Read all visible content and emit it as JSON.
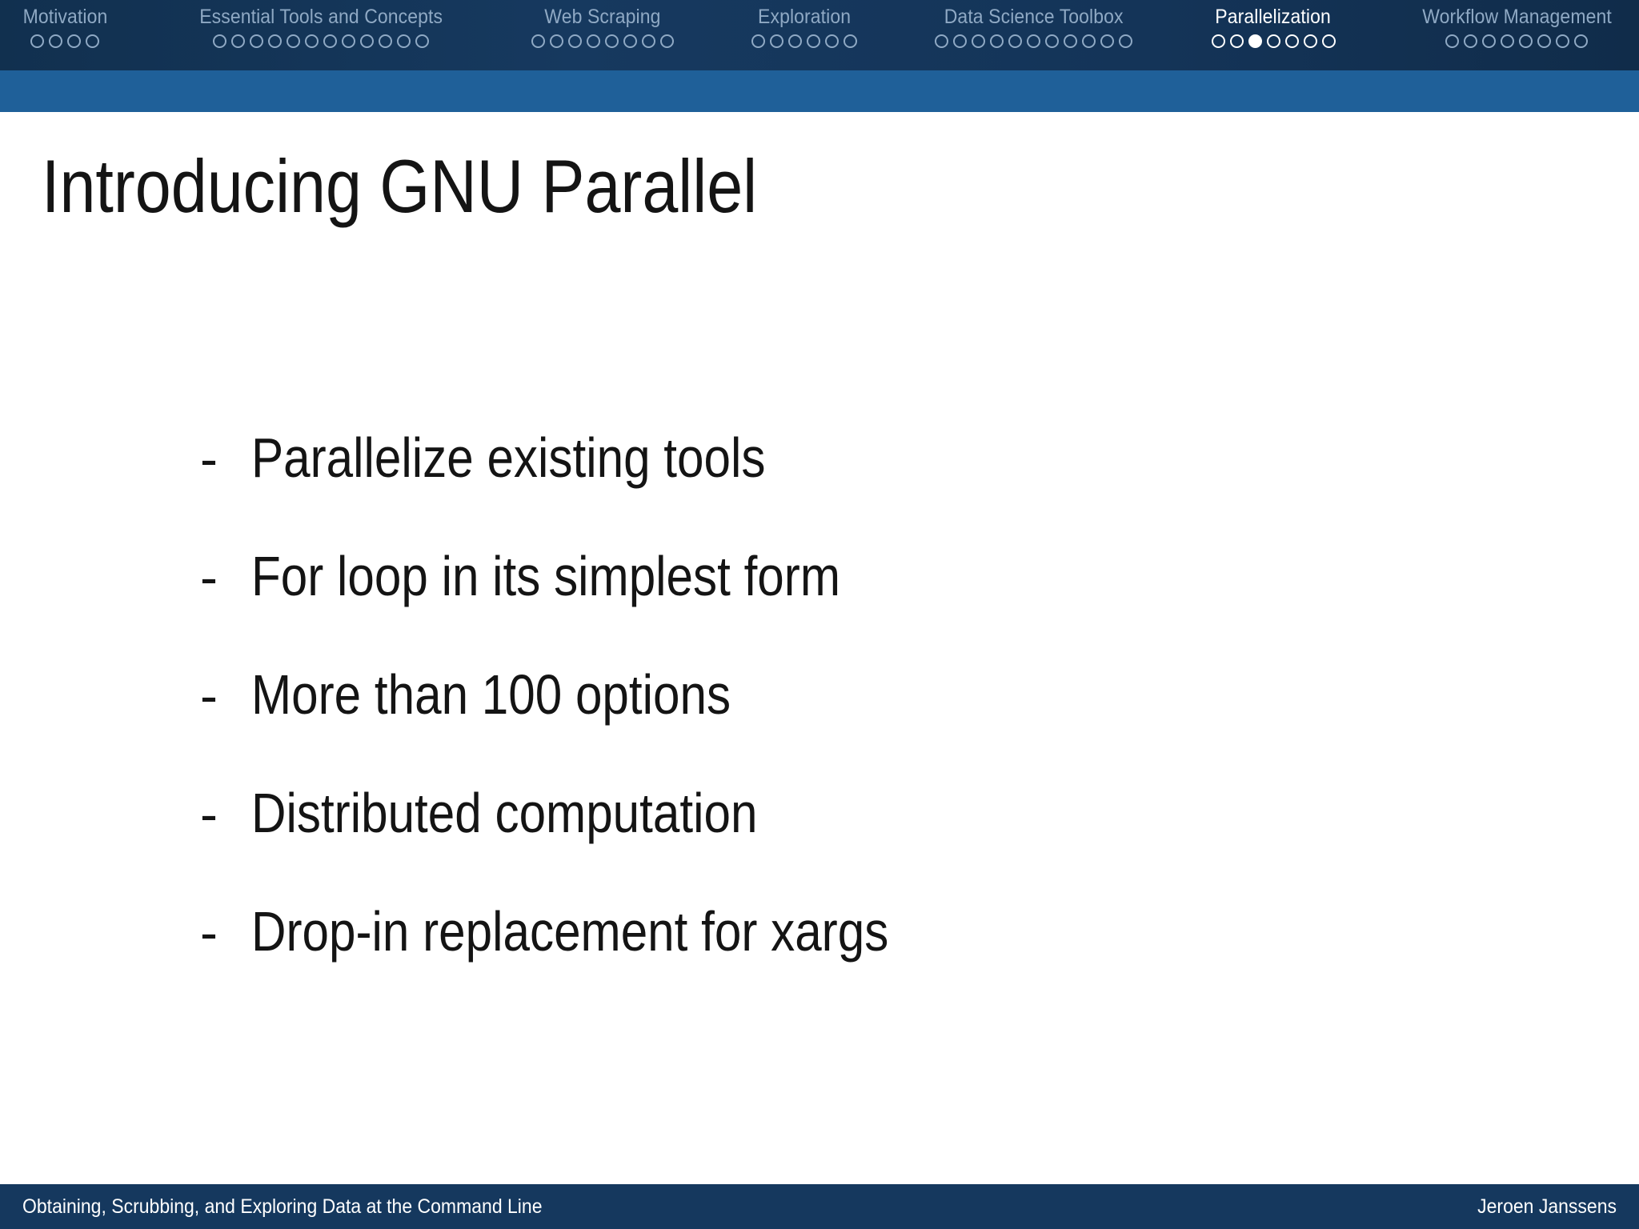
{
  "nav": {
    "sections": [
      {
        "label": "Motivation",
        "dots": 4,
        "active": false,
        "current_dot": -1
      },
      {
        "label": "Essential Tools and Concepts",
        "dots": 12,
        "active": false,
        "current_dot": -1
      },
      {
        "label": "Web Scraping",
        "dots": 8,
        "active": false,
        "current_dot": -1
      },
      {
        "label": "Exploration",
        "dots": 6,
        "active": false,
        "current_dot": -1
      },
      {
        "label": "Data Science Toolbox",
        "dots": 11,
        "active": false,
        "current_dot": -1
      },
      {
        "label": "Parallelization",
        "dots": 7,
        "active": true,
        "current_dot": 2
      },
      {
        "label": "Workflow Management",
        "dots": 8,
        "active": false,
        "current_dot": -1
      }
    ]
  },
  "slide": {
    "title": "Introducing GNU Parallel",
    "bullet_marker": "-",
    "bullets": [
      "Parallelize existing tools",
      "For loop in its simplest form",
      "More than 100 options",
      "Distributed computation",
      "Drop-in replacement for xargs"
    ]
  },
  "footer": {
    "left": "Obtaining, Scrubbing, and Exploring Data at the Command Line",
    "right": "Jeroen Janssens"
  },
  "colors": {
    "navbar_bg": "#14365c",
    "accent_bar": "#1f6099",
    "footer_bg": "#15385e",
    "nav_inactive_text": "#8fa9c4",
    "nav_active_text": "#ffffff",
    "body_text": "#141414",
    "slide_bg": "#ffffff"
  }
}
